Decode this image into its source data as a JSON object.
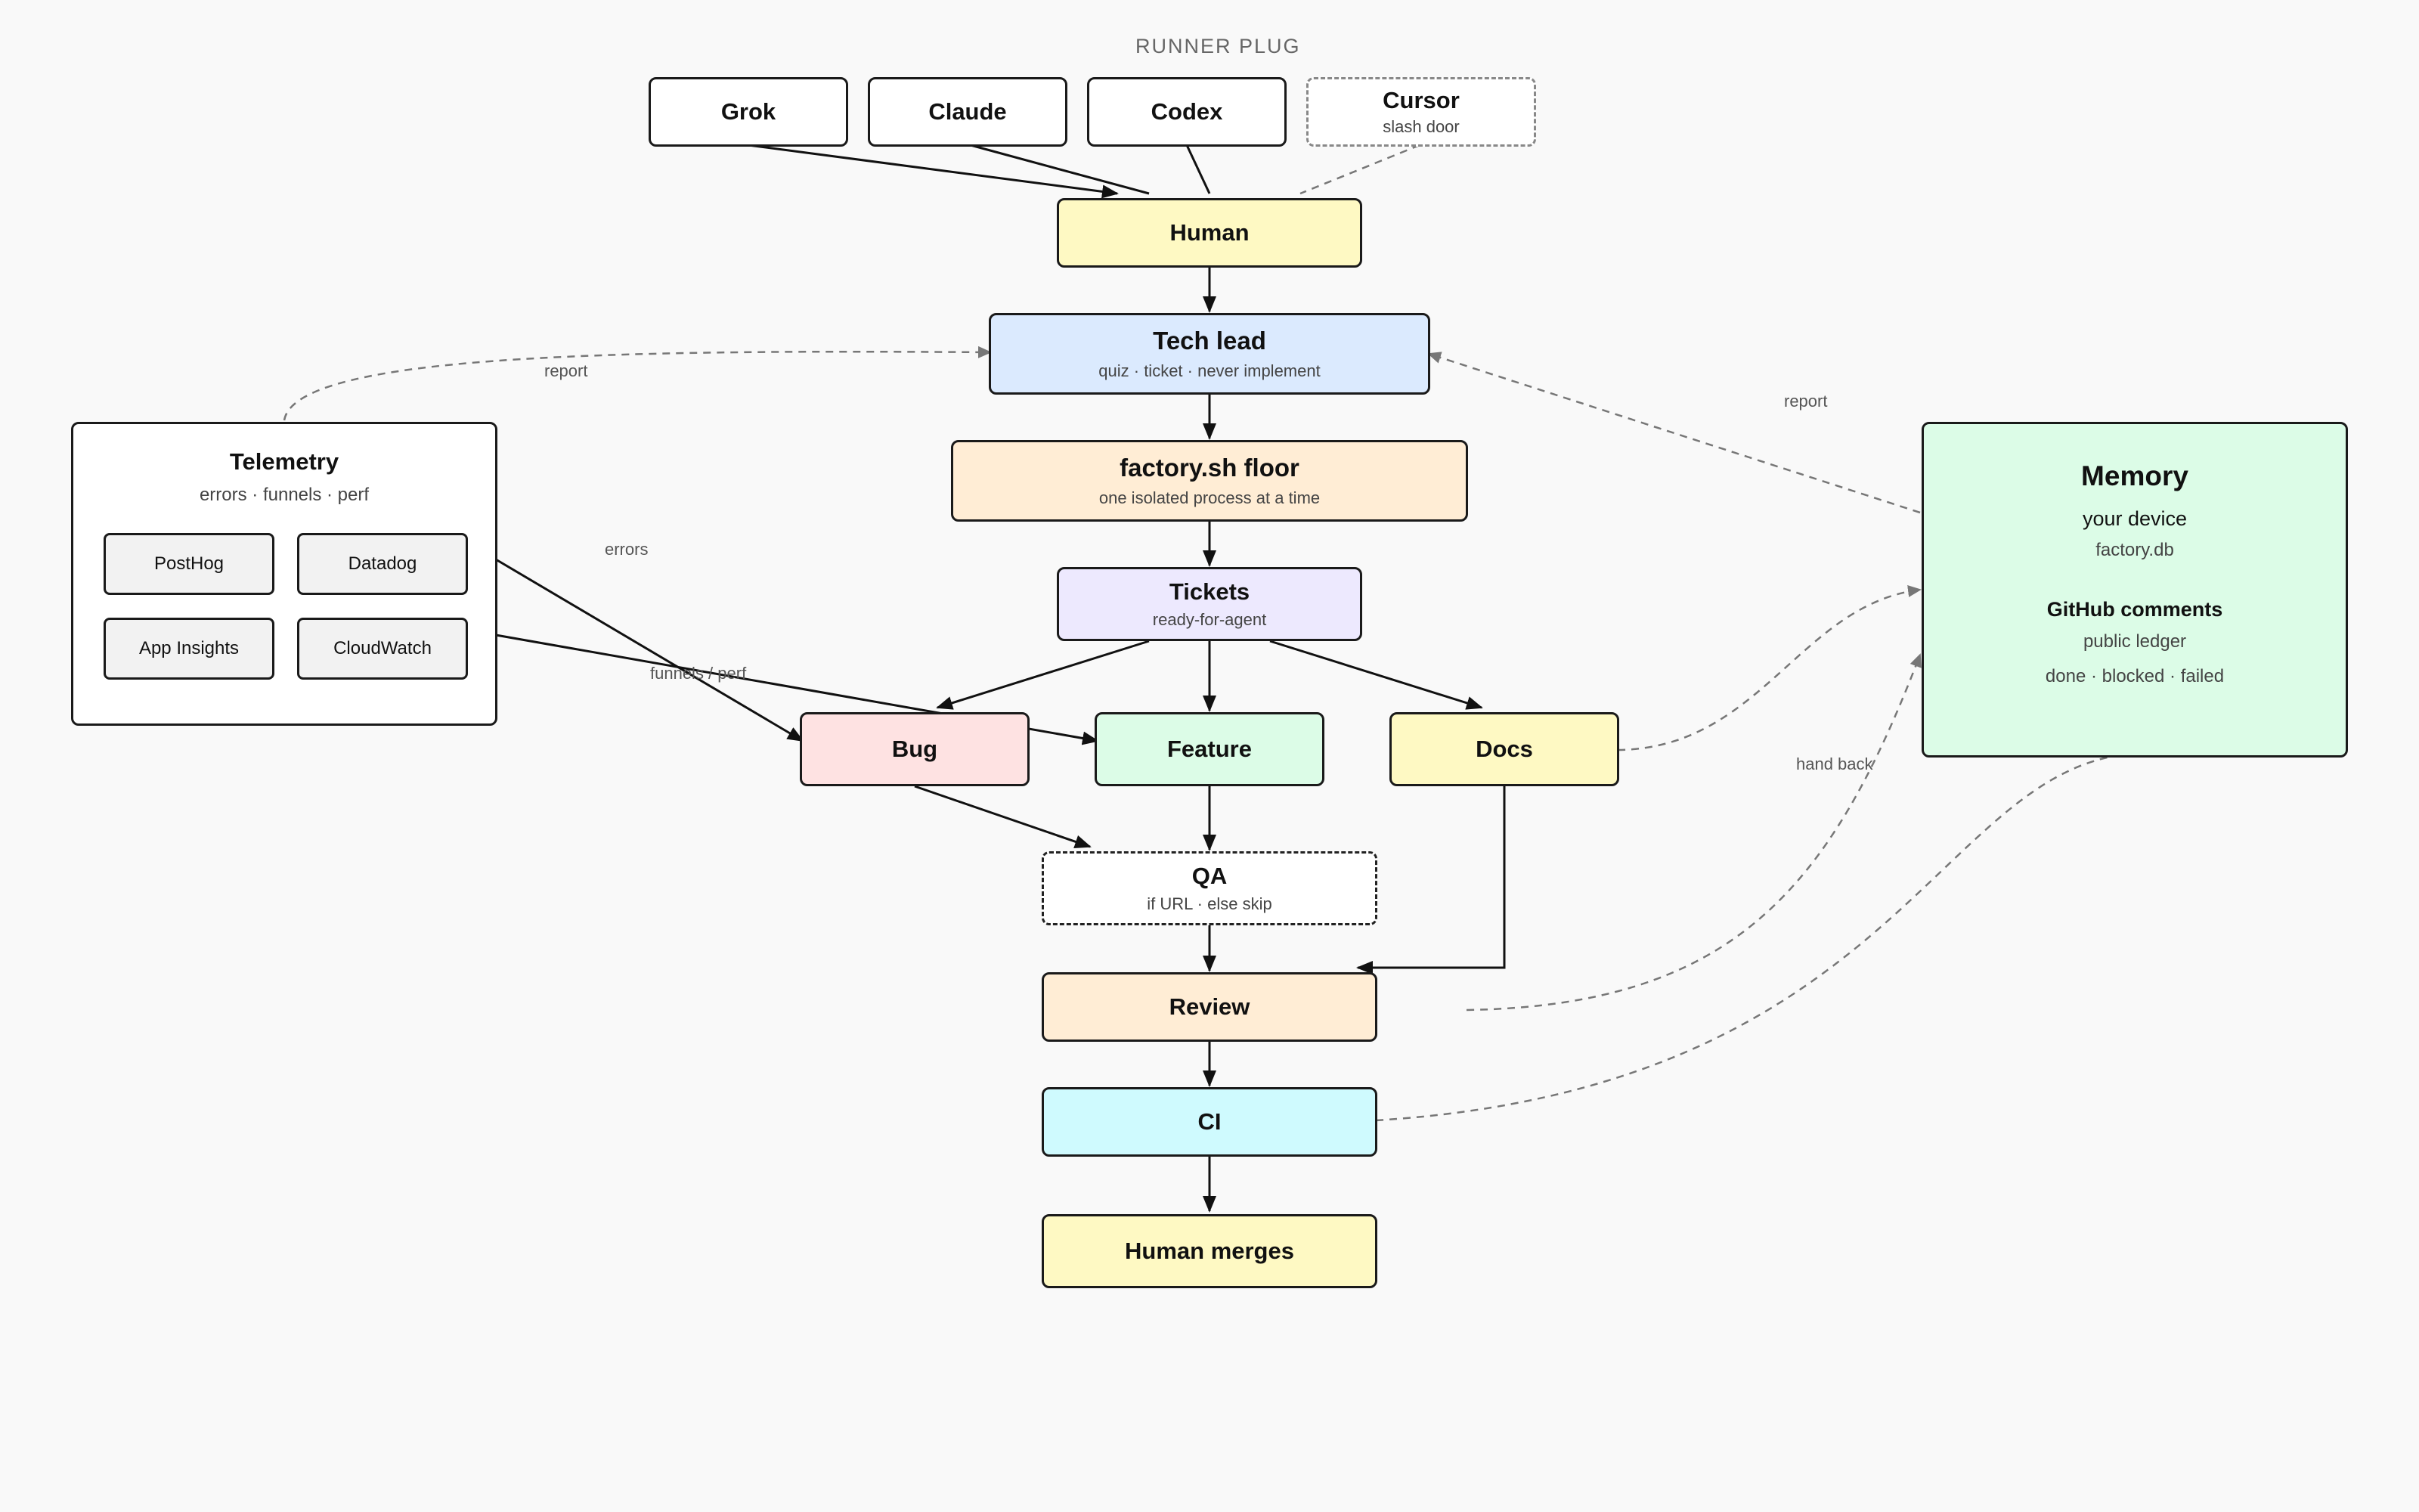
{
  "section_label": "RUNNER PLUG",
  "runners": {
    "grok": "Grok",
    "claude": "Claude",
    "codex": "Codex",
    "cursor": {
      "title": "Cursor",
      "subtitle": "slash door"
    }
  },
  "nodes": {
    "human": "Human",
    "tech_lead": {
      "title": "Tech lead",
      "subtitle": "quiz · ticket · never implement"
    },
    "factory_floor": {
      "title": "factory.sh floor",
      "subtitle": "one isolated process at a time"
    },
    "tickets": {
      "title": "Tickets",
      "subtitle": "ready-for-agent"
    },
    "bug": "Bug",
    "feature": "Feature",
    "docs": "Docs",
    "qa": {
      "title": "QA",
      "subtitle": "if URL · else skip"
    },
    "review": "Review",
    "ci": "CI",
    "human_merges": "Human merges"
  },
  "telemetry": {
    "title": "Telemetry",
    "subtitle": "errors · funnels · perf",
    "tools": [
      "PostHog",
      "Datadog",
      "App Insights",
      "CloudWatch"
    ]
  },
  "memory": {
    "title": "Memory",
    "device_label": "your device",
    "db_name": "factory.db",
    "comments_title": "GitHub comments",
    "comments_subtitle": "public ledger",
    "statuses": "done · blocked · failed"
  },
  "edge_labels": {
    "report_left": "report",
    "report_right": "report",
    "errors": "errors",
    "funnels_perf": "funnels / perf",
    "hand_back": "hand back"
  },
  "colors": {
    "background": "#f9f9f9",
    "human": "#fef9c3",
    "tech_lead": "#dbeafe",
    "factory_floor": "#ffedd5",
    "tickets": "#ede9fe",
    "bug": "#fee2e2",
    "feature": "#dcfce7",
    "docs": "#fef9c3",
    "review": "#ffedd5",
    "ci": "#cffafe",
    "human_merges": "#fef9c3",
    "memory": "#dcfce7"
  }
}
